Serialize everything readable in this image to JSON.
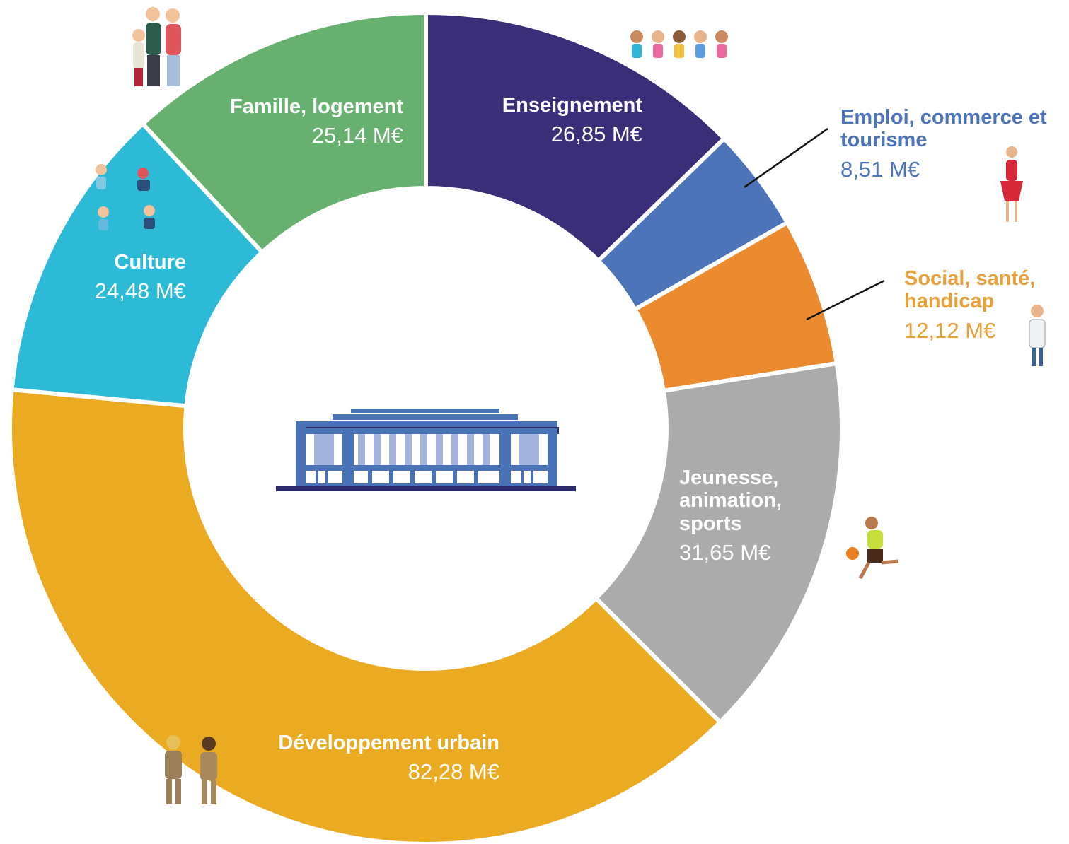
{
  "chart_data": {
    "type": "pie",
    "variant": "donut",
    "unit": "M€",
    "slices": [
      {
        "label": "Enseignement",
        "value": 26.85,
        "value_text": "26,85 M€",
        "color": "#3a2e78"
      },
      {
        "label": "Emploi, commerce et tourisme",
        "value": 8.51,
        "value_text": "8,51 M€",
        "color": "#4d74b8"
      },
      {
        "label": "Social, santé, handicap",
        "value": 12.12,
        "value_text": "12,12 M€",
        "color": "#ec8a30"
      },
      {
        "label": "Jeunesse, animation, sports",
        "value": 31.65,
        "value_text": "31,65 M€",
        "color": "#ababab"
      },
      {
        "label": "Développement urbain",
        "value": 82.28,
        "value_text": "82,28 M€",
        "color": "#eaab22"
      },
      {
        "label": "Culture",
        "value": 24.48,
        "value_text": "24,48 M€",
        "color": "#2cbad7"
      },
      {
        "label": "Famille, logement",
        "value": 25.14,
        "value_text": "25,14 M€",
        "color": "#68b06f"
      }
    ],
    "label_colors": {
      "emploi": "#4d74b8",
      "social": "#e8a03a"
    }
  }
}
